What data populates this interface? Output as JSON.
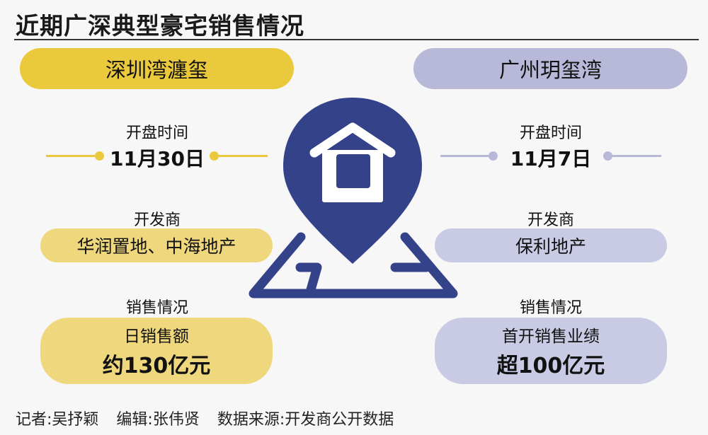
{
  "title": "近期广深典型豪宅销售情况",
  "colors": {
    "yellow": "#ebc93d",
    "yellow_soft": "#eed77c",
    "purple": "#b8b9d9",
    "purple_soft": "#c9cae3",
    "navy": "#34428a"
  },
  "left": {
    "name": "深圳湾瀍玺",
    "open_label": "开盘时间",
    "open_date": "11月30日",
    "dev_label": "开发商",
    "developer": "华润置地、中海地产",
    "sales_label": "销售情况",
    "sales_line1": "日销售额",
    "sales_line2": "约130亿元"
  },
  "right": {
    "name": "广州玥玺湾",
    "open_label": "开盘时间",
    "open_date": "11月7日",
    "dev_label": "开发商",
    "developer": "保利地产",
    "sales_label": "销售情况",
    "sales_line1": "首开销售业绩",
    "sales_line2": "超100亿元"
  },
  "center_icon": "map-pin-house-icon",
  "footer": {
    "reporter": "记者:吴抒颖",
    "editor": "编辑:张伟贤",
    "source": "数据来源:开发商公开数据"
  }
}
